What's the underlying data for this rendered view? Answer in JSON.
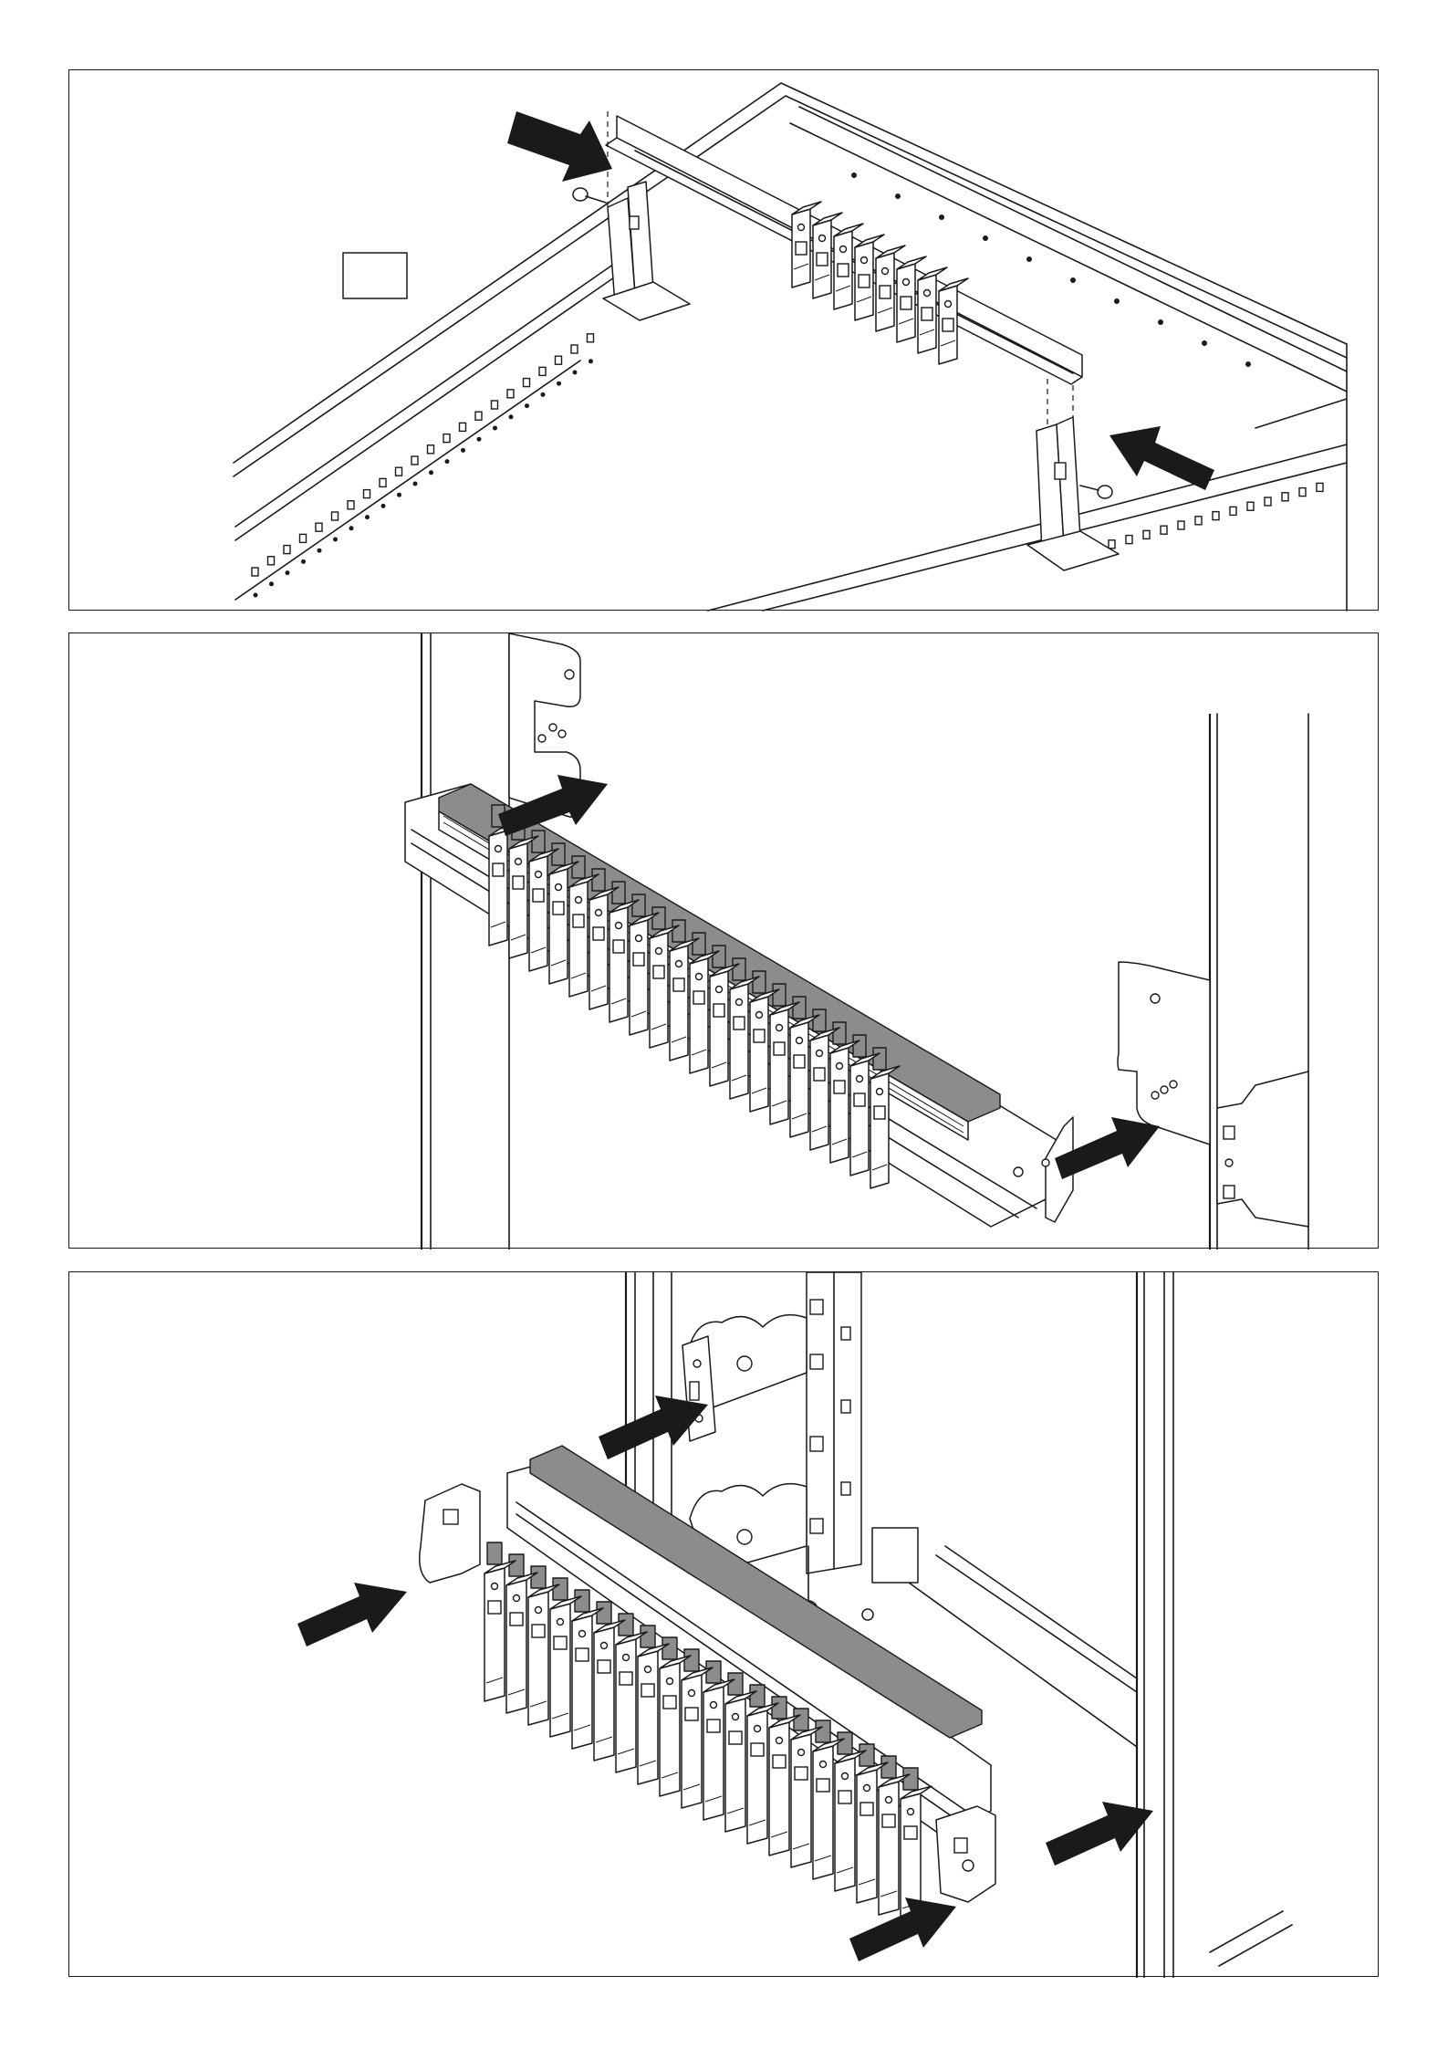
{
  "document": {
    "type": "assembly-illustration",
    "panels": [
      {
        "id": "panel-1",
        "content": "rail-mounting-on-frame"
      },
      {
        "id": "panel-2",
        "content": "rail-with-devices-into-brackets"
      },
      {
        "id": "panel-3",
        "content": "rail-with-devices-on-frame-profile"
      }
    ]
  },
  "colors": {
    "line": "#1a1a1a",
    "background": "#ffffff",
    "comb_busbar": "#8c8c8c",
    "arrow": "#1a1a1a"
  },
  "icons": [
    "arrow-icon",
    "screw-icon",
    "bracket-icon",
    "din-rail-icon",
    "circuit-breaker-icon",
    "comb-busbar-icon"
  ]
}
